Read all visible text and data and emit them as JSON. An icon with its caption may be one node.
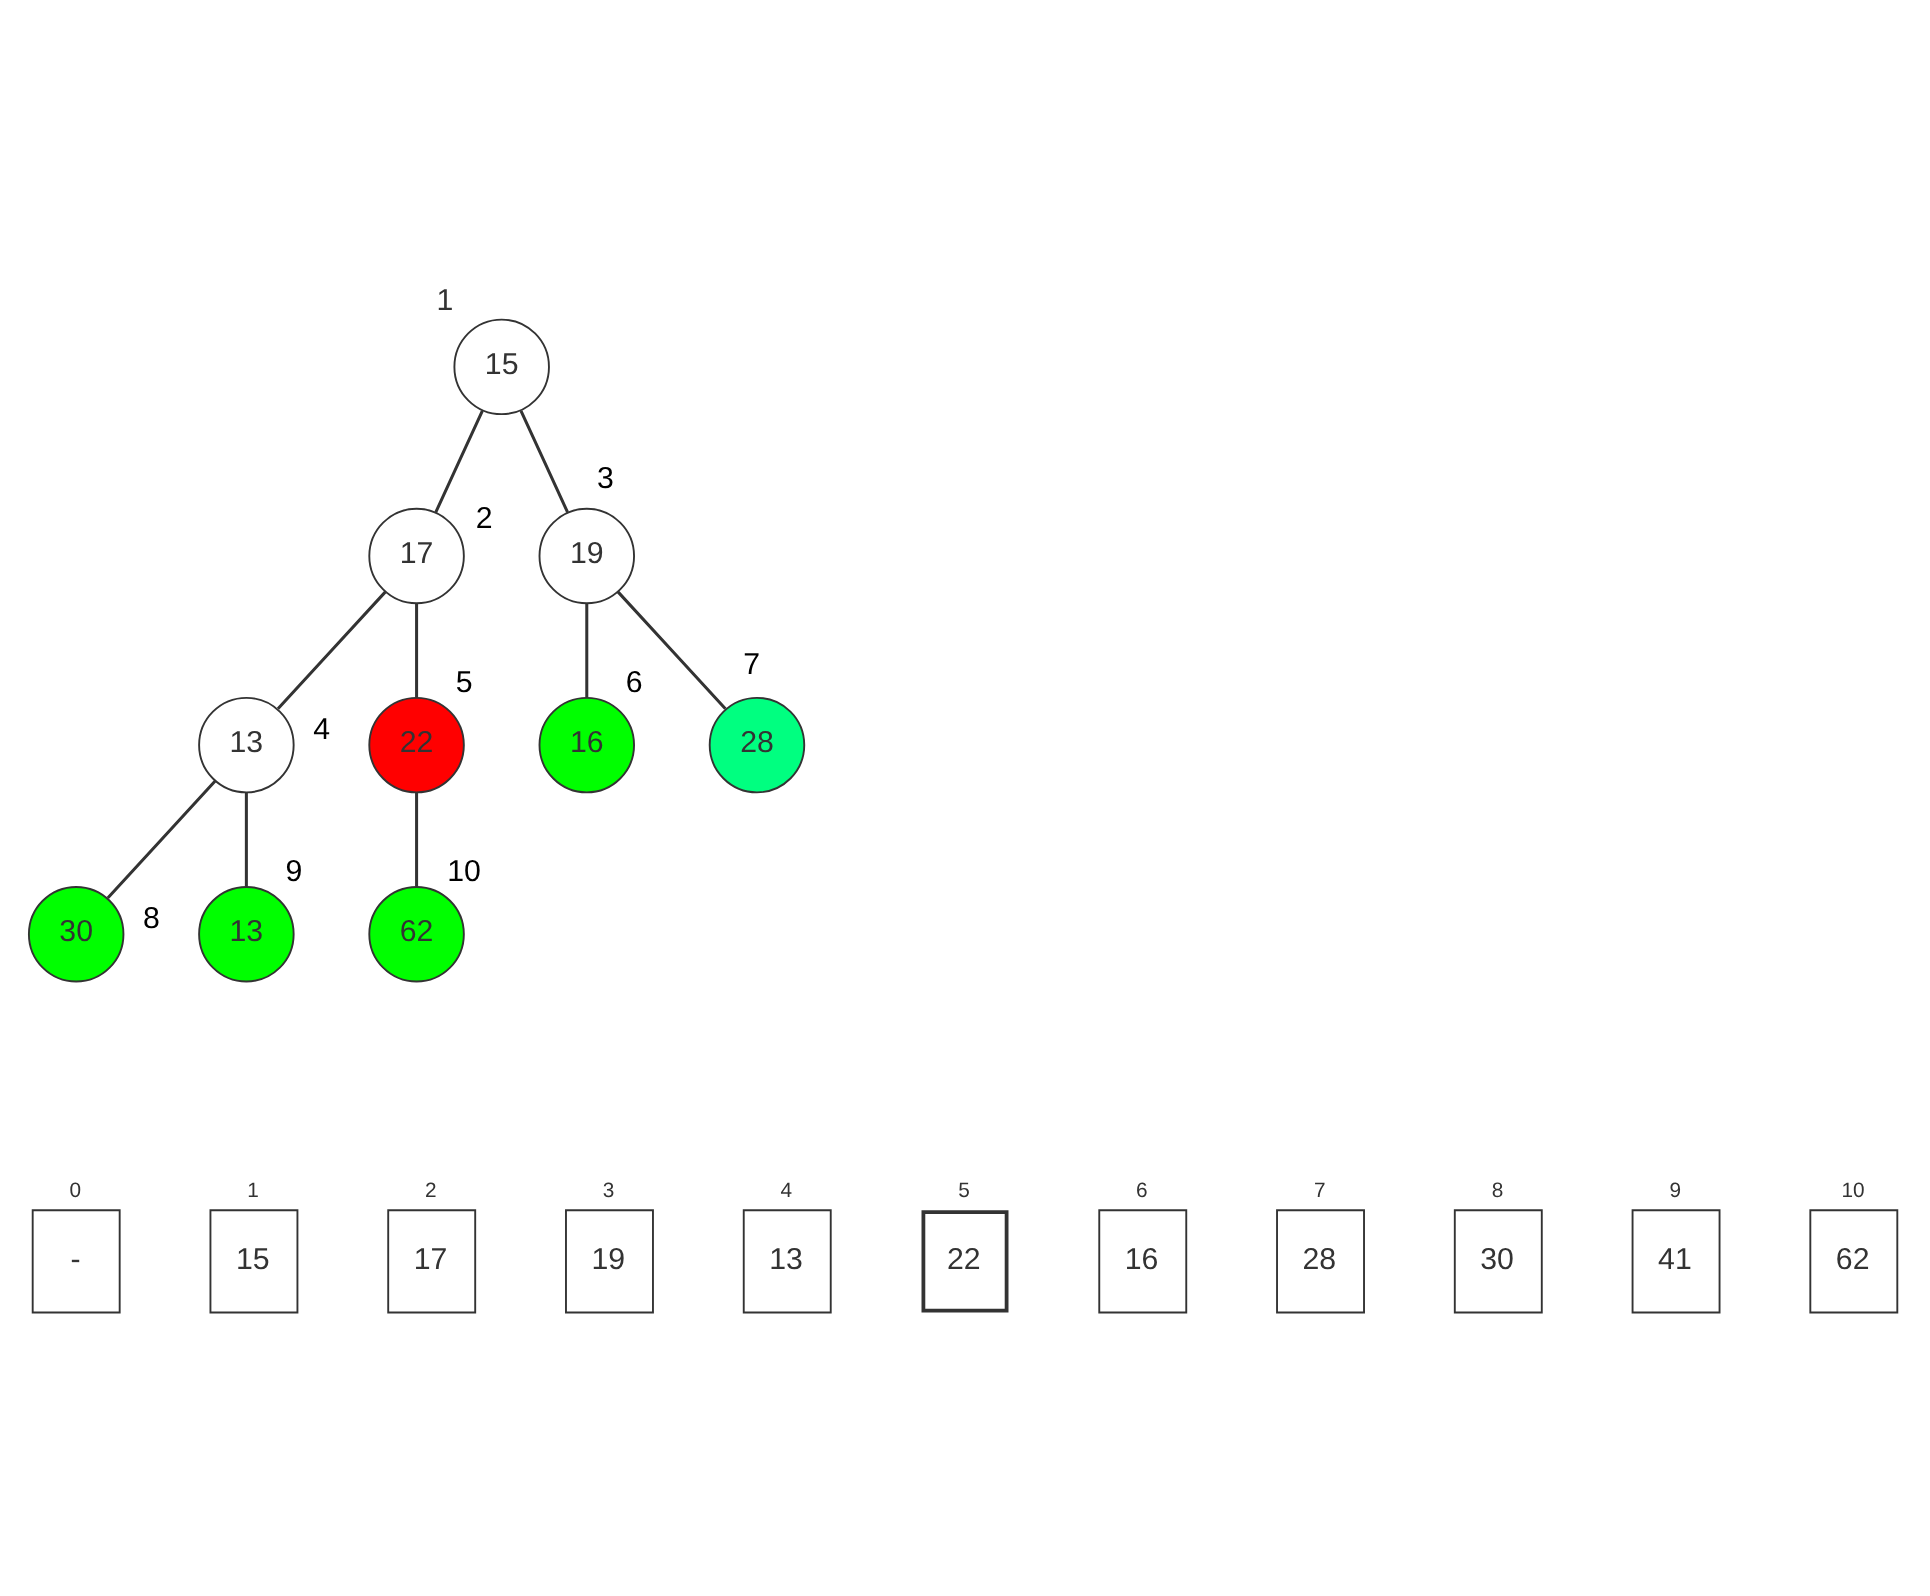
{
  "diagram": {
    "nodes": [
      {
        "text": [
          "15"
        ],
        "beside": [
          "1"
        ]
      },
      {
        "text": [
          "17"
        ],
        "beside": [
          "2"
        ]
      },
      {
        "text": [
          "19"
        ],
        "beside": [
          "3"
        ]
      },
      {
        "text": [
          "13"
        ],
        "beside": [
          "4"
        ]
      },
      {
        "text": [
          "22"
        ],
        "beside": [
          "5"
        ]
      },
      {
        "text": [
          "16"
        ],
        "beside": [
          "6"
        ]
      },
      {
        "text": [
          "28"
        ],
        "beside": [
          "7"
        ]
      },
      {
        "text": [
          "30"
        ],
        "beside": [
          "8"
        ]
      },
      {
        "text": [
          "13"
        ],
        "beside": [
          "9"
        ]
      },
      {
        "text": [
          "62"
        ],
        "beside": [
          "10"
        ]
      },
      {
        "text": [
          "-"
        ],
        "beside": [
          "0"
        ]
      },
      {
        "text": [
          "15"
        ],
        "beside": [
          "1"
        ]
      },
      {
        "text": [
          "17"
        ],
        "beside": [
          "2"
        ]
      },
      {
        "text": [
          "19"
        ],
        "beside": [
          "3"
        ]
      },
      {
        "text": [
          "13"
        ],
        "beside": [
          "4"
        ]
      },
      {
        "text": [
          "22"
        ],
        "beside": [
          "5"
        ]
      },
      {
        "text": [
          "16"
        ],
        "beside": [
          "6"
        ]
      },
      {
        "text": [
          "28"
        ],
        "beside": [
          "7"
        ]
      },
      {
        "text": [
          "30"
        ],
        "beside": [
          "8"
        ]
      },
      {
        "text": [
          "41"
        ],
        "beside": [
          "9"
        ]
      },
      {
        "text": [
          "62"
        ],
        "beside": [
          "10"
        ]
      }
    ],
    "edges": [
      {
        "from": 0,
        "to": 1,
        "arrow": "none"
      },
      {
        "from": 0,
        "to": 2,
        "arrow": "none"
      },
      {
        "from": 1,
        "to": 3,
        "arrow": "none"
      },
      {
        "from": 1,
        "to": 4,
        "arrow": "none"
      },
      {
        "from": 2,
        "to": 5,
        "arrow": "none"
      },
      {
        "from": 2,
        "to": 6,
        "arrow": "none"
      },
      {
        "from": 3,
        "to": 7,
        "arrow": "none"
      },
      {
        "from": 3,
        "to": 8,
        "arrow": "none"
      },
      {
        "from": 4,
        "to": 9,
        "arrow": "none"
      }
    ]
  }
}
